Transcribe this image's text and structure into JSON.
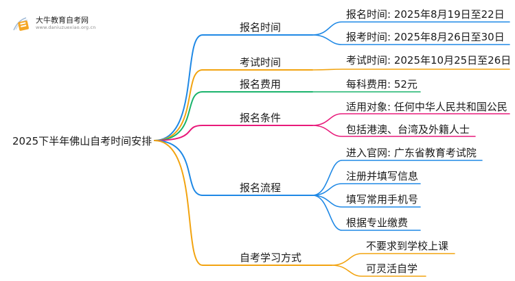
{
  "logo": {
    "name": "大牛教育自考网",
    "url": "www.daniuzuexiao.org.cn"
  },
  "root": {
    "label": "2025下半年佛山自考时间安排"
  },
  "colors": {
    "blue": "#1e88e5",
    "orange": "#f2a30f",
    "green": "#19b36b",
    "pink": "#e8197a"
  },
  "branches": [
    {
      "label": "报名时间",
      "color": "blue",
      "leaves": [
        "报名时间: 2025年8月19日至22日",
        "报考时间: 2025年8月26日至30日"
      ]
    },
    {
      "label": "考试时间",
      "color": "orange",
      "leaves": [
        "考试时间: 2025年10月25日至26日"
      ]
    },
    {
      "label": "报名费用",
      "color": "green",
      "leaves": [
        "每科费用: 52元"
      ]
    },
    {
      "label": "报名条件",
      "color": "pink",
      "leaves": [
        "适用对象: 任何中华人民共和国公民",
        "包括港澳、台湾及外籍人士"
      ]
    },
    {
      "label": "报名流程",
      "color": "blue",
      "leaves": [
        "进入官网: 广东省教育考试院",
        "注册并填写信息",
        "填写常用手机号",
        "根据专业缴费"
      ]
    },
    {
      "label": "自考学习方式",
      "color": "orange",
      "leaves": [
        "不要求到学校上课",
        "可灵活自学"
      ]
    }
  ]
}
